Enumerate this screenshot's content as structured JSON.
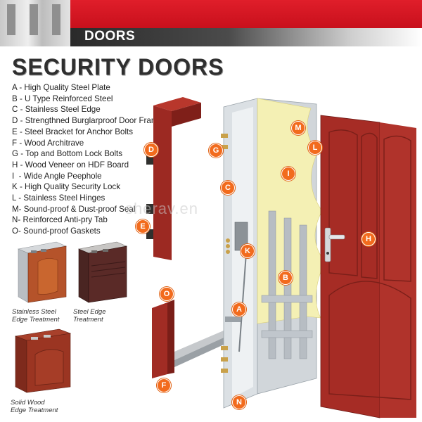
{
  "header": {
    "section_label": "DOORS",
    "title": "SECURITY DOORS"
  },
  "legend": [
    {
      "key": "A",
      "sep": " - ",
      "text": "High Quality Steel Plate"
    },
    {
      "key": "B",
      "sep": " - ",
      "text": "U Type Reinforced Steel"
    },
    {
      "key": "C",
      "sep": " - ",
      "text": "Stainless Steel Edge"
    },
    {
      "key": "D",
      "sep": " - ",
      "text": "Strengthned Burglarproof Door Frame"
    },
    {
      "key": "E",
      "sep": " - ",
      "text": "Steel Bracket for Anchor Bolts"
    },
    {
      "key": "F",
      "sep": " - ",
      "text": "Wood Architrave"
    },
    {
      "key": "G",
      "sep": " - ",
      "text": "Top and Bottom Lock Bolts"
    },
    {
      "key": "H",
      "sep": " - ",
      "text": "Wood Veneer on HDF Board"
    },
    {
      "key": "I",
      "sep": "  - ",
      "text": "Wide Angle Peephole"
    },
    {
      "key": "K",
      "sep": " - ",
      "text": "High Quality Security Lock"
    },
    {
      "key": "L",
      "sep": " - ",
      "text": "Stainless Steel Hinges"
    },
    {
      "key": "M",
      "sep": "- ",
      "text": "Sound-proof & Dust-proof Seal"
    },
    {
      "key": "N",
      "sep": "- ",
      "text": "Reinforced Anti-pry Tab"
    },
    {
      "key": "O",
      "sep": "- ",
      "text": "Sound-proof Gaskets"
    }
  ],
  "thumbnails": {
    "stainless": {
      "line1": "Stainless Steel",
      "line2": "Edge Treatment"
    },
    "steel": {
      "line1": "Steel Edge",
      "line2": "Treatment"
    },
    "wood": {
      "line1": "Solid Wood",
      "line2": "Edge Treatment"
    }
  },
  "watermark": "sherav.en",
  "callouts": {
    "A": "A",
    "B": "B",
    "C": "C",
    "D": "D",
    "E": "E",
    "F": "F",
    "G": "G",
    "H": "H",
    "I": "I",
    "K": "K",
    "L": "L",
    "M": "M",
    "N": "N",
    "O": "O"
  },
  "colors": {
    "brand_red": "#d7141f",
    "wood_red": "#9e2a24",
    "callout_orange": "#f26b1d",
    "steel_grey": "#c7ccd1",
    "foam_yellow": "#f4f0b4"
  },
  "icons": {
    "door_handle": "handle-icon",
    "lock_keyhole": "keyhole-icon"
  }
}
